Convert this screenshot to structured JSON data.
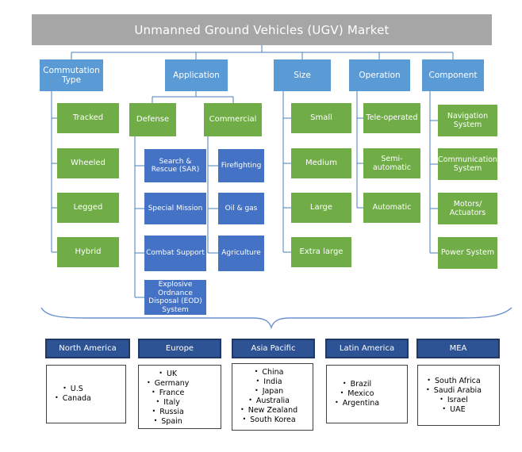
{
  "title": "Unmanned Ground Vehicles (UGV) Market",
  "colors": {
    "title_bg": "#a6a6a6",
    "level2_blue": "#5b9bd5",
    "green": "#70ad47",
    "sub_blue": "#4472c4",
    "region_navy": "#2e5395",
    "connector": "#4a7ebb"
  },
  "branches": [
    {
      "label": "Commutation Type",
      "items": [
        "Tracked",
        "Wheeled",
        "Legged",
        "Hybrid"
      ]
    },
    {
      "label": "Application",
      "groups": [
        {
          "label": "Defense",
          "items": [
            "Search & Rescue (SAR)",
            "Special Mission",
            "Combat Support",
            "Explosive Ordnance Disposal (EOD) System"
          ]
        },
        {
          "label": "Commercial",
          "items": [
            "Firefighting",
            "Oil & gas",
            "Agriculture"
          ]
        }
      ]
    },
    {
      "label": "Size",
      "items": [
        "Small",
        "Medium",
        "Large",
        "Extra large"
      ]
    },
    {
      "label": "Operation",
      "items": [
        "Tele-operated",
        "Semi-automatic",
        "Automatic"
      ]
    },
    {
      "label": "Component",
      "items": [
        "Navigation System",
        "Communication System",
        "Motors/ Actuators",
        "Power System"
      ]
    }
  ],
  "regions": [
    {
      "label": "North America",
      "countries": [
        "U.S",
        "Canada"
      ]
    },
    {
      "label": "Europe",
      "countries": [
        "UK",
        "Germany",
        "France",
        "Italy",
        "Russia",
        "Spain"
      ]
    },
    {
      "label": "Asia Pacific",
      "countries": [
        "China",
        "India",
        "Japan",
        "Australia",
        "New Zealand",
        "South Korea"
      ]
    },
    {
      "label": "Latin America",
      "countries": [
        "Brazil",
        "Mexico",
        "Argentina"
      ]
    },
    {
      "label": "MEA",
      "countries": [
        "South Africa",
        "Saudi Arabia",
        "Israel",
        "UAE"
      ]
    }
  ]
}
